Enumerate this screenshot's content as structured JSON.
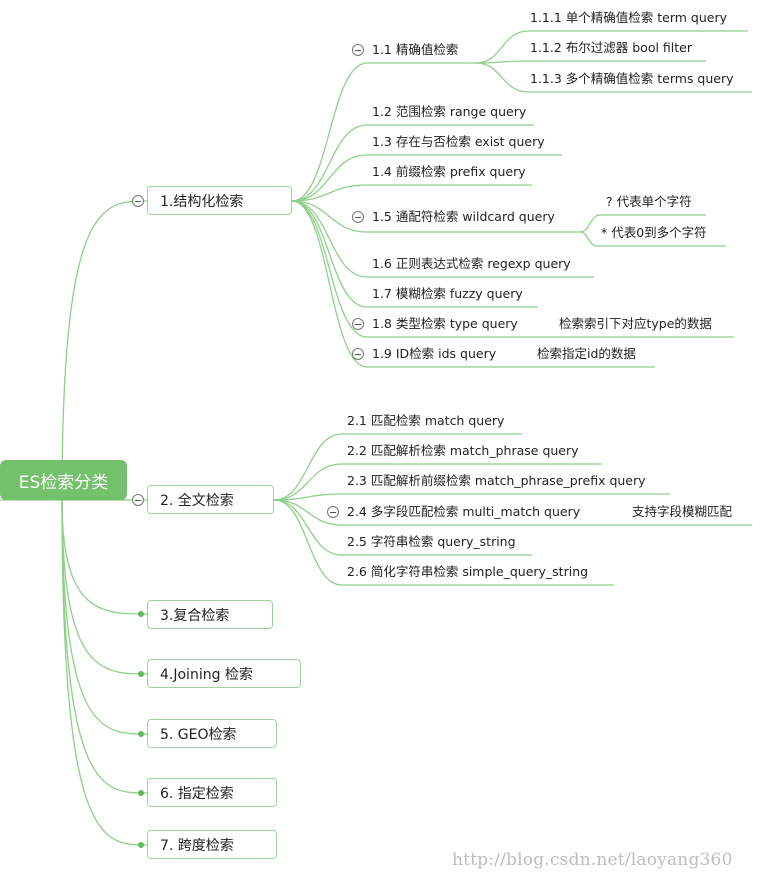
{
  "diagram": {
    "root": {
      "label": "ES检索分类"
    },
    "branches": [
      {
        "label": "1.结构化检索"
      },
      {
        "label": "2. 全文检索"
      },
      {
        "label": "3.复合检索"
      },
      {
        "label": "4.Joining 检索"
      },
      {
        "label": "5. GEO检索"
      },
      {
        "label": "6. 指定检索"
      },
      {
        "label": "7. 跨度检索"
      }
    ],
    "structured": {
      "exact": {
        "label": "1.1 精确值检索",
        "children": [
          "1.1.1 单个精确值检索 term query",
          "1.1.2 布尔过滤器 bool filter",
          "1.1.3 多个精确值检索 terms query"
        ]
      },
      "range": "1.2 范围检索 range query",
      "exist": "1.3 存在与否检索 exist query",
      "prefix": "1.4 前缀检索 prefix query",
      "wildcard": {
        "label": "1.5 通配符检索 wildcard query",
        "children": [
          "? 代表单个字符",
          "* 代表0到多个字符"
        ]
      },
      "regexp": "1.6 正则表达式检索 regexp query",
      "fuzzy": "1.7 模糊检索 fuzzy query",
      "type": {
        "label": "1.8 类型检索 type query",
        "note": "检索索引下对应type的数据"
      },
      "ids": {
        "label": "1.9 ID检索 ids query",
        "note": "检索指定id的数据"
      }
    },
    "fulltext": {
      "match": "2.1 匹配检索 match query",
      "match_phrase": "2.2 匹配解析检索 match_phrase query",
      "match_phrase_prefix": "2.3 匹配解析前缀检索 match_phrase_prefix query",
      "multi_match": {
        "label": "2.4 多字段匹配检索  multi_match query",
        "note": "支持字段模糊匹配"
      },
      "query_string": "2.5  字符串检索 query_string",
      "simple_query_string": "2.6 简化字符串检索 simple_query_string"
    }
  },
  "watermark": "http://blog.csdn.net/laoyang360",
  "colors": {
    "line": "#8fcf8a",
    "root_fill": "#74c16b",
    "box_border": "#9dd39a",
    "dot": "#5eb95a"
  }
}
